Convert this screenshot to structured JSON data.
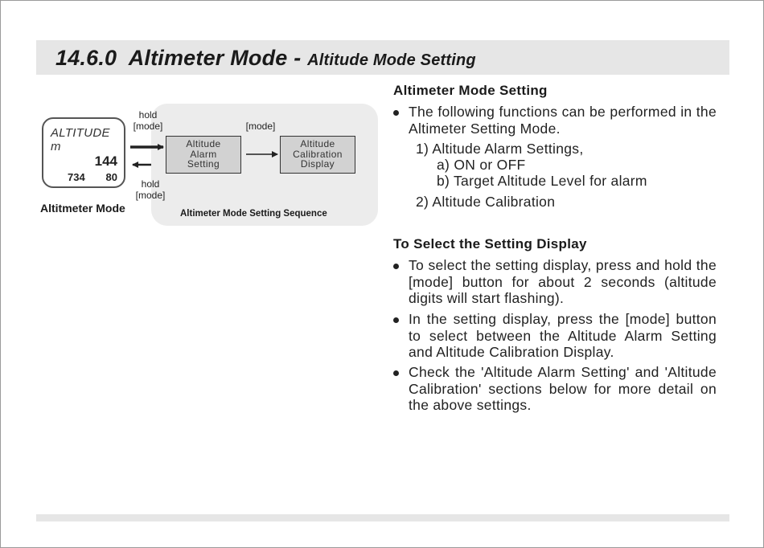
{
  "header": {
    "section_number": "14.6.0",
    "title": "Altimeter Mode -",
    "subtitle": "Altitude Mode Setting"
  },
  "diagram": {
    "watch": {
      "label": "ALTITUDE m",
      "main_value": "144",
      "left_value": "734",
      "right_value": "80"
    },
    "watch_caption": "Altitmeter Mode",
    "hold_top": "hold",
    "mode_top": "[mode]",
    "hold_bottom": "hold",
    "mode_bottom": "[mode]",
    "mode_between": "[mode]",
    "box1": [
      "Altitude",
      "Alarm",
      "Setting"
    ],
    "box2": [
      "Altitude",
      "Calibration",
      "Display"
    ],
    "sequence_caption": "Altimeter Mode Setting Sequence"
  },
  "right": {
    "section1_heading": "Altimeter Mode Setting",
    "section1_bullet": "The following functions can be performed in the Altimeter Setting Mode.",
    "item1": "1)  Altitude Alarm Settings,",
    "item1a": "a) ON or OFF",
    "item1b": "b)  Target Altitude Level for alarm",
    "item2": "2)  Altitude Calibration",
    "section2_heading": "To Select the Setting Display",
    "bullets": [
      "To select the setting display, press and hold the [mode] button for about 2 seconds (altitude digits will start flashing).",
      "In the setting display, press the [mode] button to select between the Altitude Alarm Setting and Altitude Calibration Display.",
      "Check the 'Altitude Alarm Setting' and 'Altitude Calibration' sections below for more detail on the above settings."
    ]
  },
  "colors": {
    "title_band": "#e6e6e6",
    "box_fill": "#d2d2d2",
    "sequence_bg": "#ececec"
  }
}
